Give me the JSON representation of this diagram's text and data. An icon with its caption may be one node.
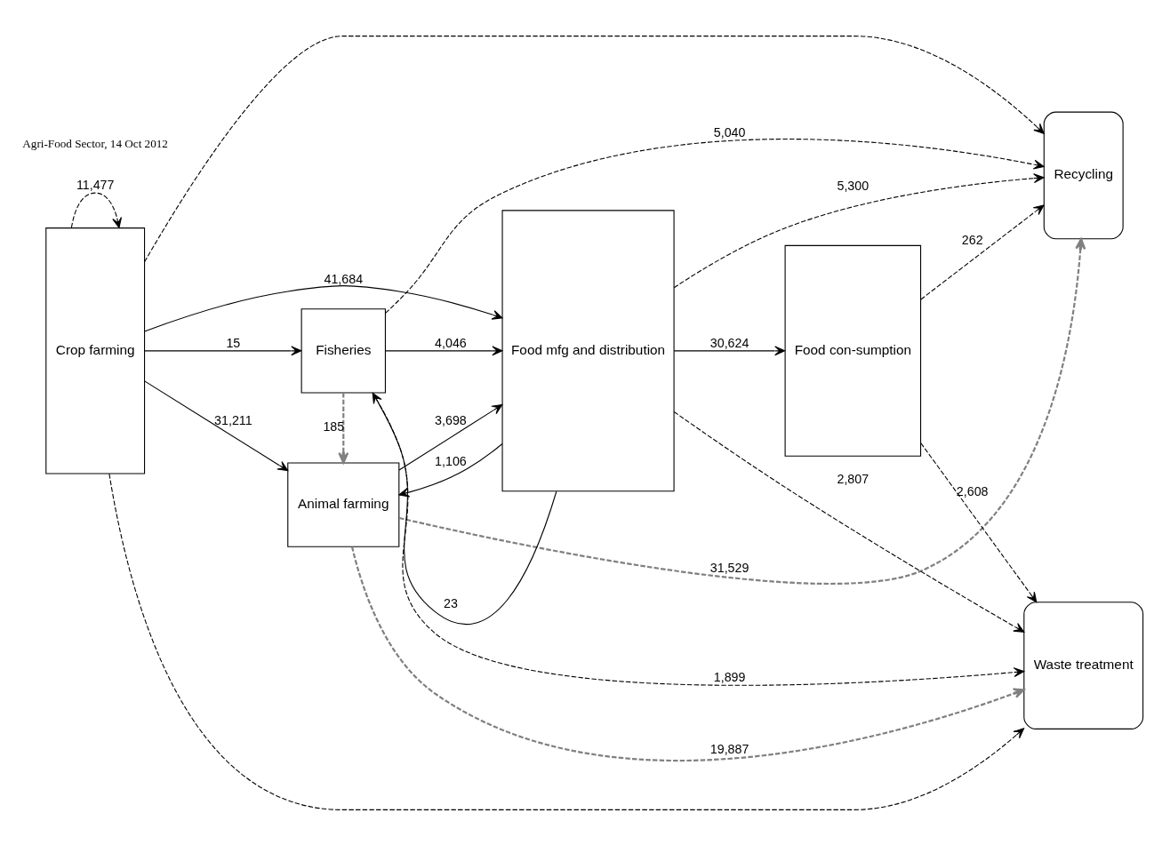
{
  "diagram": {
    "nodes": [
      {
        "text": [
          "Crop farming"
        ]
      },
      {
        "text": [
          "Animal farming"
        ]
      },
      {
        "text": [
          "Fisheries"
        ]
      },
      {
        "text": [
          "Food mfg and distribution"
        ]
      },
      {
        "text": [
          "Food con-sumption"
        ]
      },
      {
        "text": [
          "Recycling"
        ]
      },
      {
        "text": [
          "Waste treatment"
        ]
      }
    ],
    "edges": [
      {
        "from": 0,
        "to": 1,
        "arrow": "to",
        "label": "31,211"
      },
      {
        "from": 0,
        "to": 2,
        "arrow": "to",
        "label": "15"
      },
      {
        "from": 0,
        "to": 3,
        "arrow": "to",
        "label": "41,684"
      },
      {
        "from": 1,
        "to": 3,
        "arrow": "to",
        "label": "3,698"
      },
      {
        "from": 3,
        "to": 1,
        "arrow": "to",
        "label": "1,106"
      },
      {
        "from": 2,
        "to": 3,
        "arrow": "to",
        "label": "4,046"
      },
      {
        "from": 3,
        "to": 2,
        "arrow": "to",
        "label": "23"
      },
      {
        "from": 2,
        "to": 1,
        "arrow": "to",
        "label": "185",
        "style": "dashed",
        "color": "#808080"
      },
      {
        "from": 3,
        "to": 4,
        "arrow": "to",
        "label": "30,624"
      },
      {
        "from": 3,
        "to": 5,
        "arrow": "to",
        "label": "5,300",
        "style": "dashed"
      },
      {
        "from": 4,
        "to": 5,
        "arrow": "to",
        "label": "262",
        "style": "dashed"
      },
      {
        "from": 4,
        "to": 6,
        "arrow": "to",
        "label": "2,608",
        "style": "dashed"
      },
      {
        "from": 3,
        "to": 6,
        "arrow": "to",
        "label": "2,807",
        "style": "dashed"
      },
      {
        "from": 0,
        "to": 0,
        "arrow": "to",
        "label": "11,477",
        "style": "dashed"
      },
      {
        "from": 1,
        "to": 5,
        "arrow": "to",
        "label": "31,529",
        "style": "dashed",
        "color": "#808080"
      },
      {
        "from": 1,
        "to": 6,
        "arrow": "to",
        "label": "19,887",
        "style": "dashed",
        "color": "#808080"
      },
      {
        "from": 2,
        "to": 6,
        "arrow": "to",
        "label": "1,899",
        "style": "dashed"
      },
      {
        "from": 2,
        "to": 5,
        "arrow": "to",
        "label": "5,040",
        "style": "dashed"
      },
      {
        "from": 0,
        "to": 6,
        "arrow": "to",
        "style": "dashed"
      },
      {
        "from": 0,
        "to": 5,
        "arrow": "to",
        "style": "dashed"
      }
    ],
    "labels": [
      "Agri-Food Sector, 14 Oct 2012"
    ]
  }
}
